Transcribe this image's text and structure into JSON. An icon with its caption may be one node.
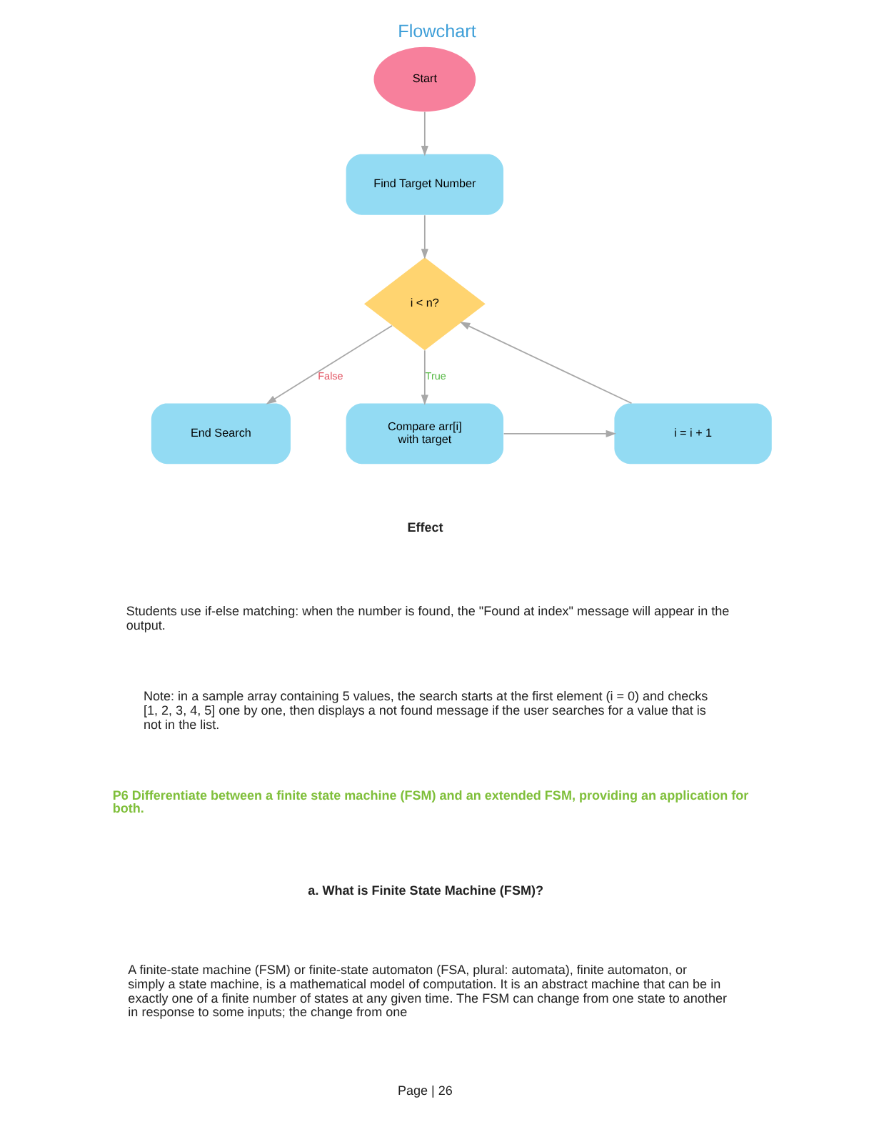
{
  "diagram": {
    "title": "Flowchart",
    "nodes": [
      {
        "text": [
          "Start"
        ]
      },
      {
        "text": [
          "Find Target Number"
        ]
      },
      {
        "text": [
          "i < n?"
        ]
      },
      {
        "text": [
          "End Search"
        ]
      },
      {
        "text": [
          "Compare arr[i] with target"
        ]
      },
      {
        "text": [
          "i = i + 1"
        ]
      }
    ],
    "edges": [
      {
        "from": 0,
        "to": 1,
        "arrow": "to"
      },
      {
        "from": 1,
        "to": 2,
        "arrow": "to"
      },
      {
        "from": 2,
        "to": 3,
        "arrow": "to",
        "label": "False"
      },
      {
        "from": 2,
        "to": 4,
        "arrow": "to",
        "label": "True"
      },
      {
        "from": 4,
        "to": 5,
        "arrow": "to"
      },
      {
        "from": 5,
        "to": 2,
        "arrow": "to"
      }
    ],
    "labels": [
      "Effect",
      "Students use if-else matching: when the number is found, the \"Found at index\" message will appear in the output.",
      "Note: in a sample array containing 5 values, the search starts at the first element (i = 0) and checks [1, 2, 3, 4, 5] one by one, then displays a not found message if the user searches for a value that is not in the list.",
      "P6 Differentiate between a finite state machine (FSM) and an extended FSM, providing an application for both.",
      "a. What is Finite State Machine (FSM)?",
      "A finite-state machine (FSM) or finite-state automaton (FSA, plural: automata), finite automaton, or simply a state machine, is a mathematical model of computation. It is an abstract machine that can be in exactly one of a finite number of states at any given time. The FSM can change from one state to another in response to some inputs; the change from one",
      "Page | 26"
    ]
  }
}
